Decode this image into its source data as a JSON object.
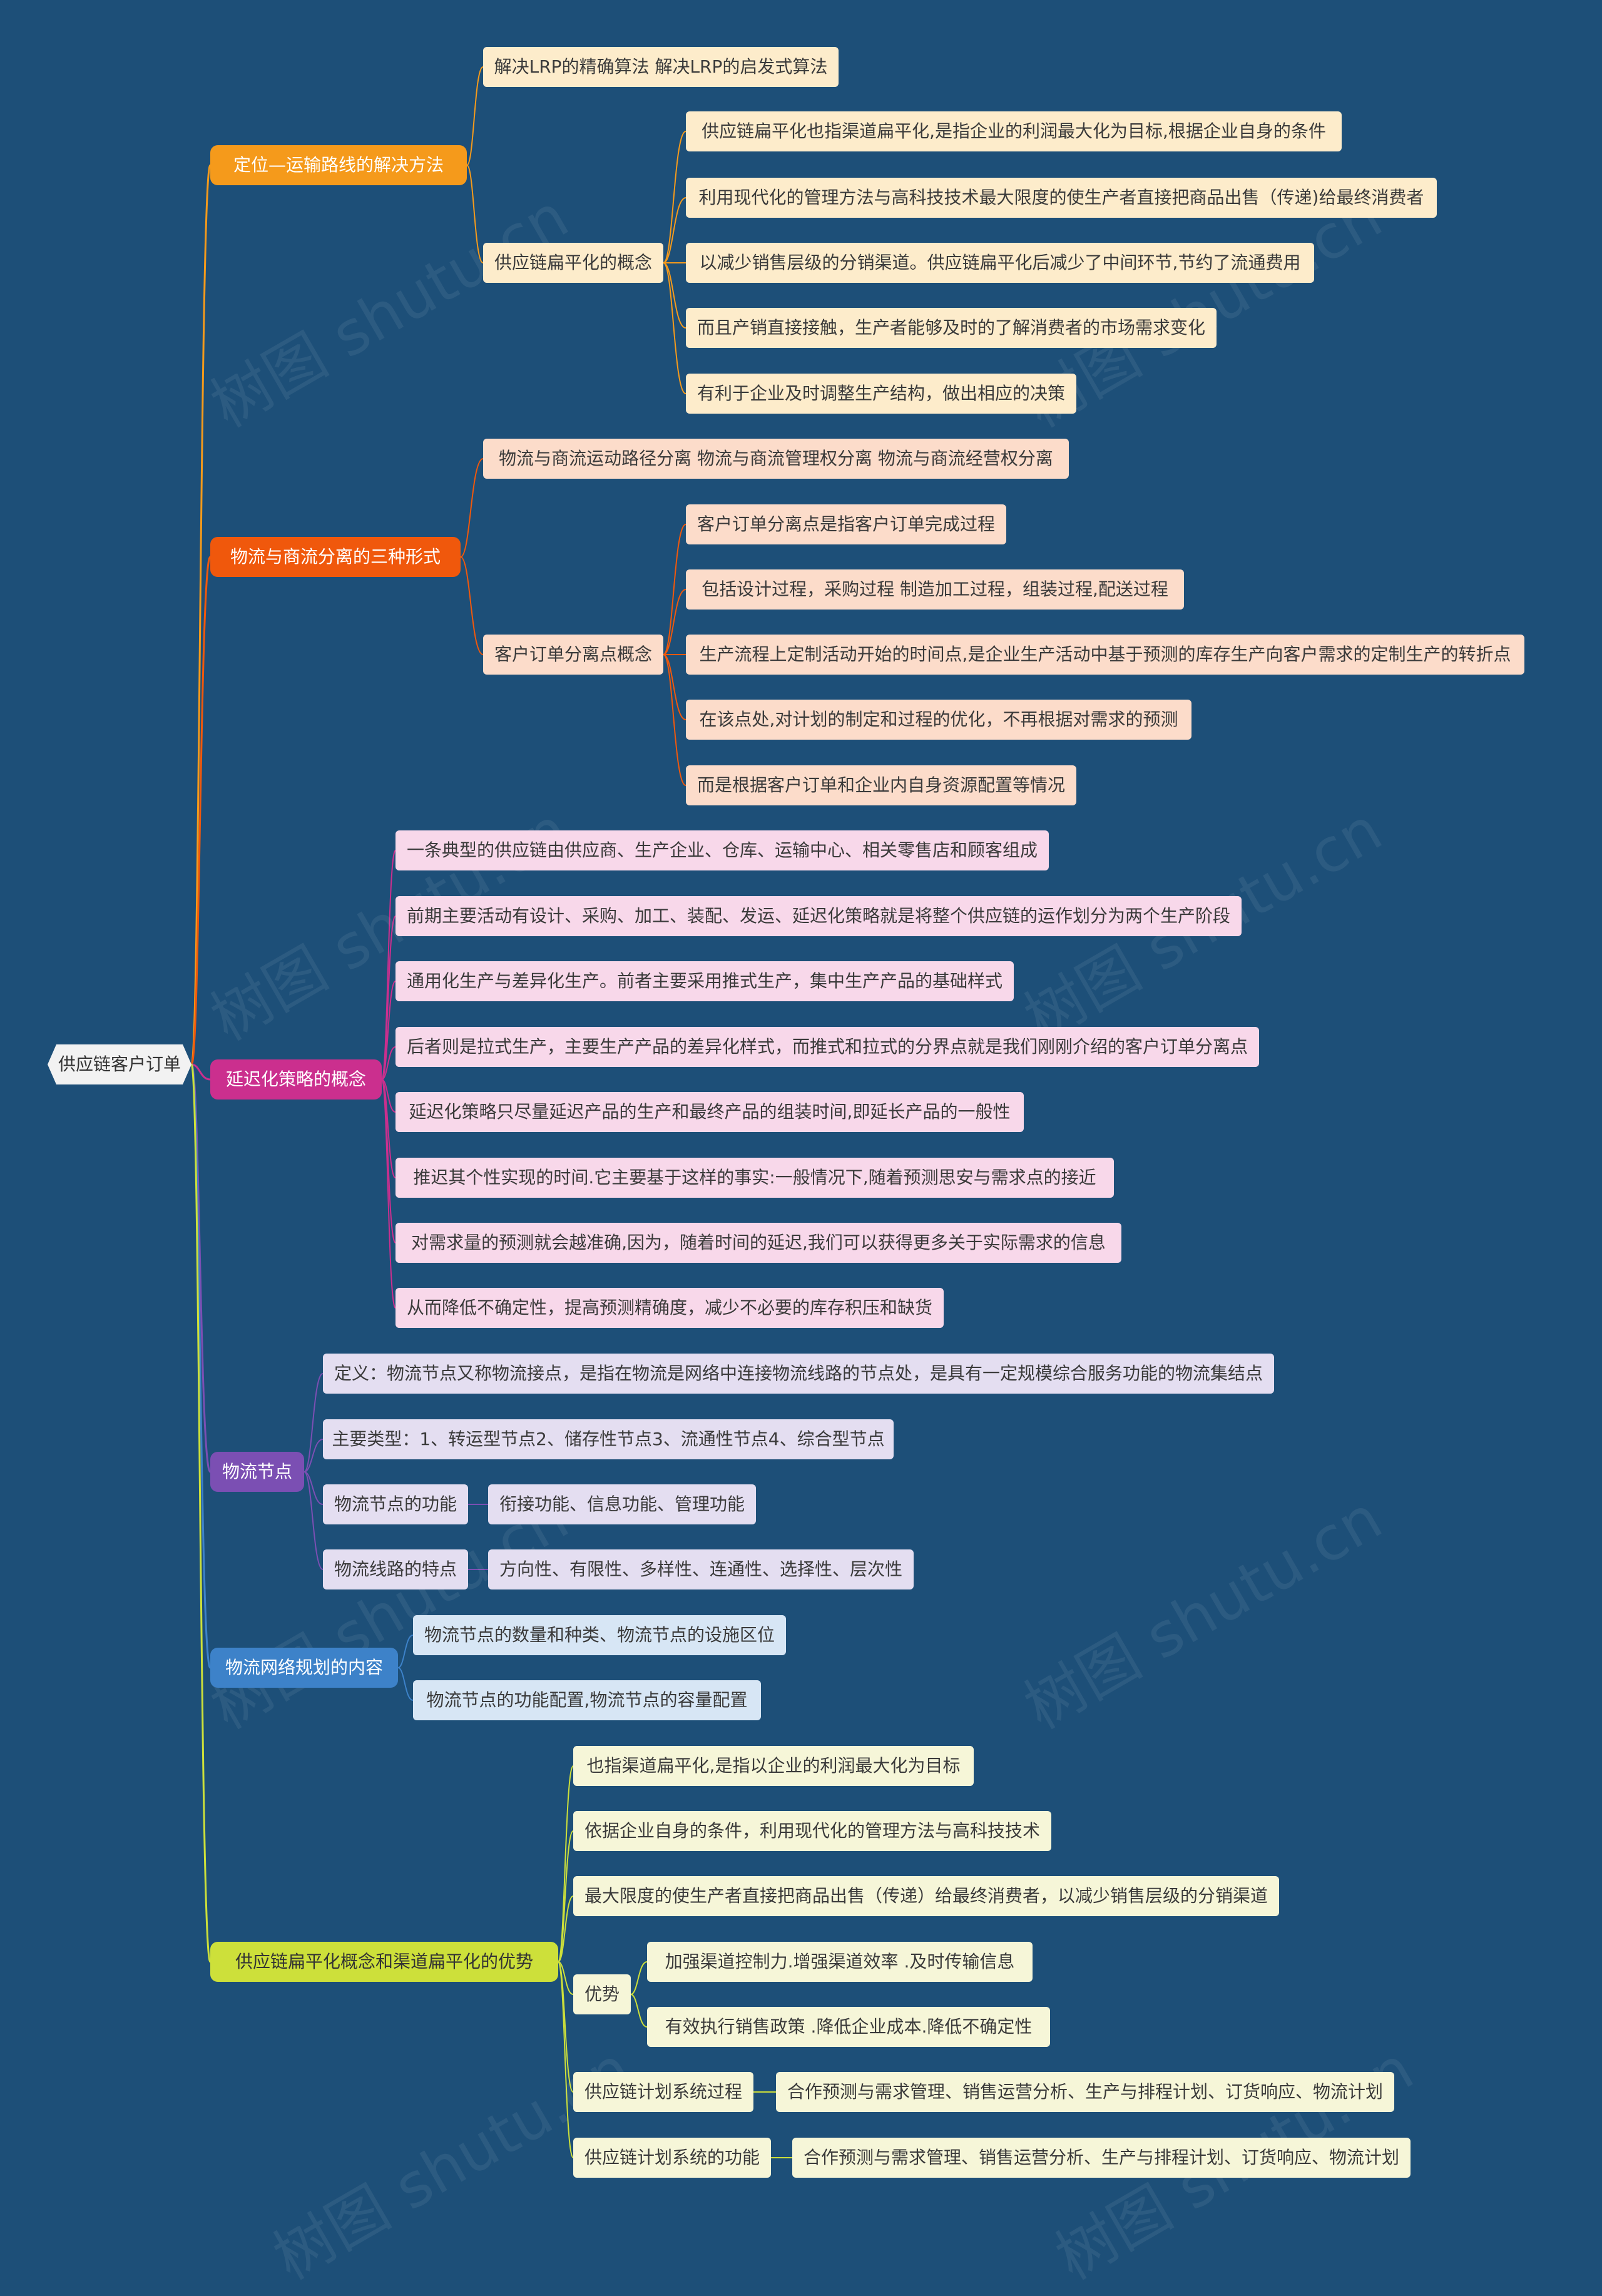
{
  "root": "供应链客户订单",
  "branches": [
    {
      "label": "定位—运输路线的解决方法",
      "color": "#f59a1b",
      "leaf_bg": "#fdeccb",
      "children": [
        {
          "text": "解决LRP的精确算法 解决LRP的启发式算法"
        },
        {
          "text": "供应链扁平化的概念",
          "children": [
            {
              "text": "供应链扁平化也指渠道扁平化,是指企业的利润最大化为目标,根据企业自身的条件"
            },
            {
              "text": "利用现代化的管理方法与高科技技术最大限度的使生产者直接把商品出售（传递)给最终消费者"
            },
            {
              "text": "以减少销售层级的分销渠道。供应链扁平化后减少了中间环节,节约了流通费用"
            },
            {
              "text": "而且产销直接接触，生产者能够及时的了解消费者的市场需求变化"
            },
            {
              "text": "有利于企业及时调整生产结构，做出相应的决策"
            }
          ]
        }
      ]
    },
    {
      "label": "物流与商流分离的三种形式",
      "color": "#f0580c",
      "leaf_bg": "#fcdcca",
      "children": [
        {
          "text": "物流与商流运动路径分离 物流与商流管理权分离 物流与商流经营权分离"
        },
        {
          "text": "客户订单分离点概念",
          "children": [
            {
              "text": "客户订单分离点是指客户订单完成过程"
            },
            {
              "text": "包括设计过程，采购过程 制造加工过程，组装过程,配送过程"
            },
            {
              "text": "生产流程上定制活动开始的时间点,是企业生产活动中基于预测的库存生产向客户需求的定制生产的转折点"
            },
            {
              "text": "在该点处,对计划的制定和过程的优化，不再根据对需求的预测"
            },
            {
              "text": "而是根据客户订单和企业内自身资源配置等情况"
            }
          ]
        }
      ]
    },
    {
      "label": "延迟化策略的概念",
      "color": "#cb2f8e",
      "leaf_bg": "#f8d8ea",
      "children": [
        {
          "text": "一条典型的供应链由供应商、生产企业、仓库、运输中心、相关零售店和顾客组成"
        },
        {
          "text": "前期主要活动有设计、采购、加工、装配、发运、延迟化策略就是将整个供应链的运作划分为两个生产阶段"
        },
        {
          "text": "通用化生产与差异化生产。前者主要采用推式生产，集中生产产品的基础样式"
        },
        {
          "text": "后者则是拉式生产，主要生产产品的差异化样式，而推式和拉式的分界点就是我们刚刚介绍的客户订单分离点"
        },
        {
          "text": "延迟化策略只尽量延迟产品的生产和最终产品的组装时间,即延长产品的一般性"
        },
        {
          "text": "推迟其个性实现的时间.它主要基于这样的事实:一般情况下,随着预测思安与需求点的接近"
        },
        {
          "text": "对需求量的预测就会越准确,因为，随着时间的延迟,我们可以获得更多关于实际需求的信息"
        },
        {
          "text": "从而降低不确定性，提高预测精确度，减少不必要的库存积压和缺货"
        }
      ]
    },
    {
      "label": "物流节点",
      "color": "#7b4fb3",
      "leaf_bg": "#e4def1",
      "children": [
        {
          "text": "定义：物流节点又称物流接点，是指在物流是网络中连接物流线路的节点处，是具有一定规模综合服务功能的物流集结点"
        },
        {
          "text": "主要类型：1、转运型节点2、储存性节点3、流通性节点4、综合型节点"
        },
        {
          "text": "物流节点的功能",
          "children": [
            {
              "text": "衔接功能、信息功能、管理功能"
            }
          ]
        },
        {
          "text": "物流线路的特点",
          "children": [
            {
              "text": "方向性、有限性、多样性、连通性、选择性、层次性"
            }
          ]
        }
      ]
    },
    {
      "label": "物流网络规划的内容",
      "color": "#3d82c9",
      "leaf_bg": "#d7e6f5",
      "children": [
        {
          "text": "物流节点的数量和种类、物流节点的设施区位"
        },
        {
          "text": "物流节点的功能配置,物流节点的容量配置"
        }
      ]
    },
    {
      "label": "供应链扁平化概念和渠道扁平化的优势",
      "color": "#cde03a",
      "leaf_bg": "#f6f6d8",
      "children": [
        {
          "text": "也指渠道扁平化,是指以企业的利润最大化为目标"
        },
        {
          "text": "依据企业自身的条件，利用现代化的管理方法与高科技技术"
        },
        {
          "text": "最大限度的使生产者直接把商品出售（传递）给最终消费者，以减少销售层级的分销渠道"
        },
        {
          "text": "优势",
          "children": [
            {
              "text": "加强渠道控制力.增强渠道效率 .及时传输信息"
            },
            {
              "text": "有效执行销售政策 .降低企业成本.降低不确定性"
            }
          ]
        },
        {
          "text": "供应链计划系统过程",
          "children": [
            {
              "text": "合作预测与需求管理、销售运营分析、生产与排程计划、订货响应、物流计划"
            }
          ]
        },
        {
          "text": "供应链计划系统的功能",
          "children": [
            {
              "text": "合作预测与需求管理、销售运营分析、生产与排程计划、订货响应、物流计划"
            }
          ]
        }
      ]
    }
  ]
}
